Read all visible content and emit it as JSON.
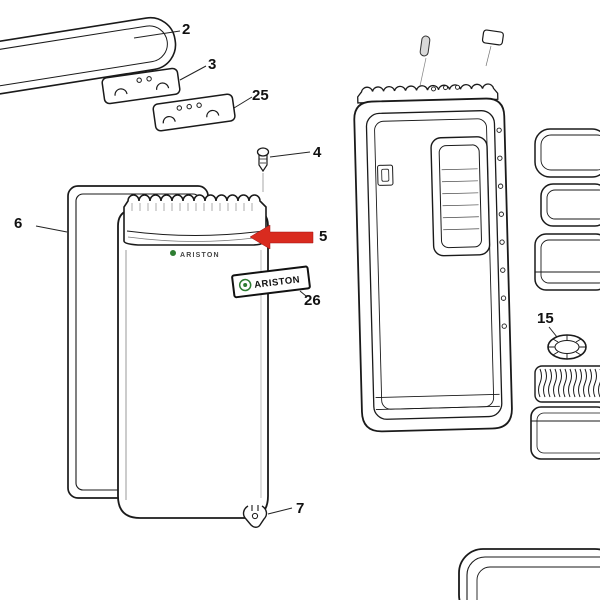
{
  "diagram": {
    "door_logo_text": "ARISTON",
    "badge_text": "ARISTON",
    "colors": {
      "arrow_red": "#d92b1f",
      "logo_green": "#2e7d32",
      "line_dark": "#1a1a1a"
    },
    "labels": {
      "p2": "2",
      "p3": "3",
      "p25": "25",
      "p4": "4",
      "p6": "6",
      "p5": "5",
      "p26": "26",
      "p7": "7",
      "p15": "15"
    }
  }
}
